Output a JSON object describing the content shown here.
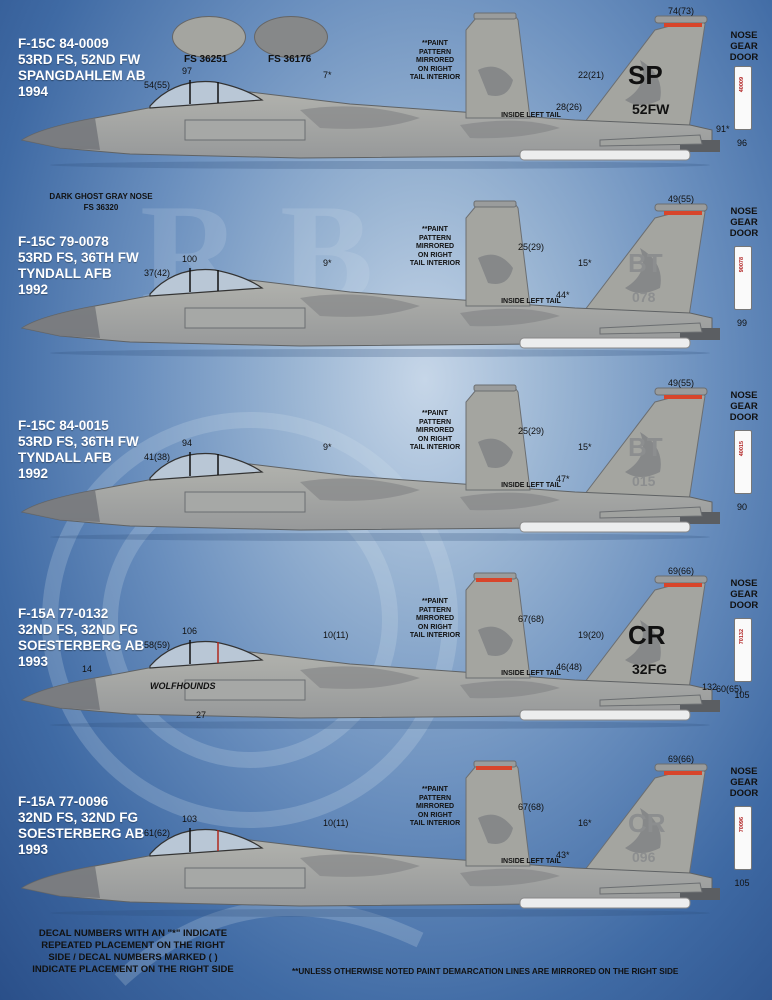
{
  "colors": {
    "background_center": "#c6d6e8",
    "background_edge": "#2a4f89",
    "fs36251": "#a4a5a0",
    "fs36176": "#868889",
    "fs36320": "#73767a",
    "stripe_red": "#d8452a",
    "title_text": "#ffffff"
  },
  "swatches": [
    {
      "label": "FS 36251",
      "color": "#a4a5a0"
    },
    {
      "label": "FS 36176",
      "color": "#868889"
    }
  ],
  "nose_note": {
    "line1": "DARK GHOST GRAY NOSE",
    "line2": "FS 36320"
  },
  "common": {
    "inside_left_tail": "INSIDE LEFT TAIL",
    "paint_note": [
      "**PAINT",
      "PATTERN",
      "MIRRORED",
      "ON RIGHT",
      "TAIL INTERIOR"
    ],
    "nose_gear_door": [
      "NOSE",
      "GEAR",
      "DOOR"
    ]
  },
  "profiles": [
    {
      "title": [
        "F-15C 84-0009",
        "53RD FS, 52ND FW",
        "SPANGDAHLEM AB",
        "1994"
      ],
      "tail_code": "SP",
      "tail_sub": "52FW",
      "ng_door_number": "40009",
      "ng_callout": "96",
      "callouts": {
        "canopy": "54(55)",
        "canopy_top": "97",
        "spine": "7*",
        "fin_top": "74(73)",
        "fin_code": "22(21)",
        "fin_low": "28(26)",
        "tail_end": "91*"
      }
    },
    {
      "title": [
        "F-15C 79-0078",
        "53RD FS, 36TH FW",
        "TYNDALL AFB",
        "1992"
      ],
      "tail_code": "BT",
      "tail_sub": "078",
      "ng_door_number": "90078",
      "ng_callout": "99",
      "callouts": {
        "inset": "25(29)",
        "canopy": "37(42)",
        "canopy_top": "100",
        "spine": "9*",
        "fin_top": "49(55)",
        "fin_code": "15*",
        "fin_low": "44*"
      }
    },
    {
      "title": [
        "F-15C 84-0015",
        "53RD FS, 36TH FW",
        "TYNDALL AFB",
        "1992"
      ],
      "tail_code": "BT",
      "tail_sub": "015",
      "ng_door_number": "40015",
      "ng_callout": "90",
      "callouts": {
        "inset": "25(29)",
        "canopy": "41(38)",
        "canopy_top": "94",
        "spine": "9*",
        "fin_top": "49(55)",
        "fin_code": "15*",
        "fin_low": "47*"
      }
    },
    {
      "title": [
        "F-15A 77-0132",
        "32ND FS, 32ND FG",
        "SOESTERBERG AB",
        "1993"
      ],
      "tail_code": "CR",
      "tail_sub": "32FG",
      "ng_door_number": "70132",
      "ng_callout": "105",
      "nose_art": "WOLFHOUNDS",
      "callouts": {
        "inset": "67(68)",
        "canopy": "58(59)",
        "canopy_top": "106",
        "nose": "14",
        "nose_low": "27",
        "spine": "10(11)",
        "fin_top": "69(66)",
        "fin_code": "19(20)",
        "fin_low": "46(48)",
        "tail_serial": "132",
        "tail_end": "60(65)"
      }
    },
    {
      "title": [
        "F-15A 77-0096",
        "32ND FS, 32ND FG",
        "SOESTERBERG AB",
        "1993"
      ],
      "tail_code": "CR",
      "tail_sub": "096",
      "ng_door_number": "70096",
      "ng_callout": "105",
      "callouts": {
        "inset": "67(68)",
        "canopy": "61(62)",
        "canopy_top": "103",
        "spine": "10(11)",
        "fin_top": "69(66)",
        "fin_code": "16*",
        "fin_low": "43*"
      }
    }
  ],
  "footer_left": [
    "DECAL NUMBERS WITH AN \"*\" INDICATE",
    "REPEATED PLACEMENT ON THE RIGHT",
    "SIDE / DECAL NUMBERS MARKED ( )",
    "INDICATE PLACEMENT ON THE RIGHT SIDE"
  ],
  "footer_right": "**UNLESS OTHERWISE NOTED PAINT DEMARCATION LINES ARE MIRRORED ON THE RIGHT SIDE"
}
